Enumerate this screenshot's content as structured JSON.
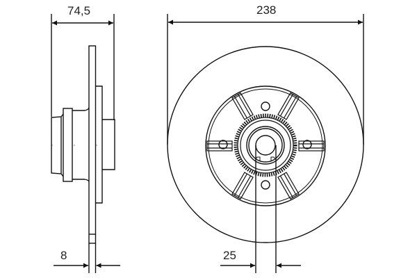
{
  "drawing": {
    "subject": "brake disc technical drawing",
    "line_color": "#111111",
    "background": "#ffffff"
  },
  "dimensions": {
    "total_width": {
      "label": "74,5"
    },
    "disc_diameter": {
      "label": "238"
    },
    "disc_thickness": {
      "label": "8"
    },
    "bore_diameter": {
      "label": "25"
    }
  }
}
